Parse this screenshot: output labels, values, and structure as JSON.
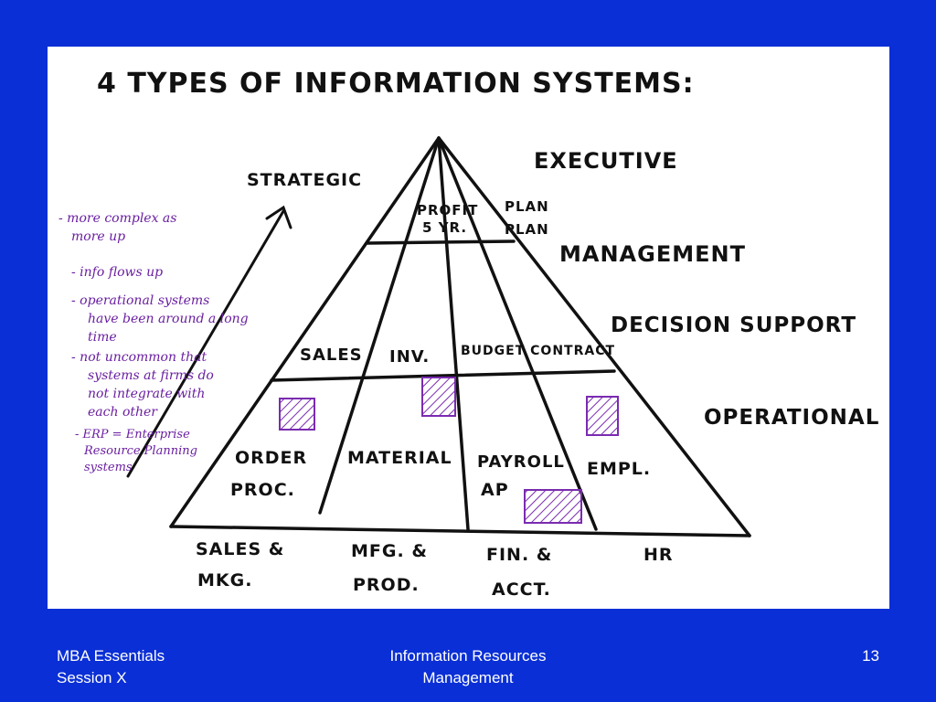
{
  "title": "4 TYPES OF INFORMATION SYSTEMS:",
  "axis_label": "STRATEGIC",
  "levels": {
    "executive": "EXECUTIVE",
    "management": "MANAGEMENT",
    "decision_support": "DECISION SUPPORT",
    "operational": "OPERATIONAL"
  },
  "pyramid": {
    "top_left_line1": "PROFIT",
    "top_left_line2": "5 YR.",
    "top_right_line1": "PLAN",
    "top_right_line2": "PLAN",
    "mid_sales": "SALES",
    "mid_inv": "INV.",
    "mid_budget": "BUDGET CONTRACT",
    "base_order_line1": "ORDER",
    "base_order_line2": "PROC.",
    "base_material": "MATERIAL",
    "base_payroll_line1": "PAYROLL",
    "base_payroll_line2": "AP",
    "base_empl": "EMPL."
  },
  "departments": {
    "sales_line1": "SALES &",
    "sales_line2": "MKG.",
    "mfg_line1": "MFG. &",
    "mfg_line2": "PROD.",
    "fin_line1": "FIN. &",
    "fin_line2": "ACCT.",
    "hr": "HR"
  },
  "notes": [
    [
      "- more complex as",
      "more up"
    ],
    [
      "- info flows up"
    ],
    [
      "- operational systems",
      "have been around a long",
      "time"
    ],
    [
      "- not uncommon that",
      "systems at firms do",
      "not integrate with",
      "each other"
    ],
    [
      "- ERP = Enterprise",
      "Resource Planning",
      "systems"
    ]
  ],
  "colors": {
    "background": "#0a2fd6",
    "panel": "#ffffff",
    "ink": "#111111",
    "annotation": "#6a1fa0"
  },
  "footer": {
    "left_line1": "MBA Essentials",
    "left_line2": "Session X",
    "center_line1": "Information Resources",
    "center_line2": "Management",
    "page_number": "13"
  }
}
